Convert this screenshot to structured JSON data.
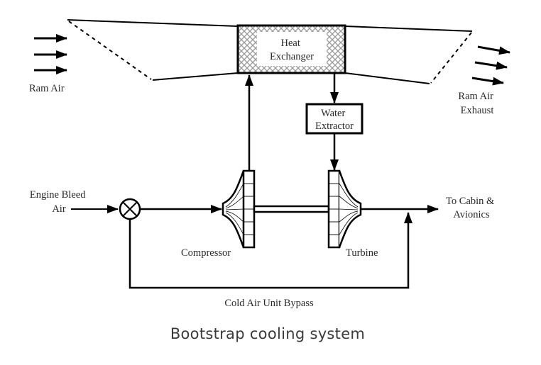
{
  "title": "Bootstrap cooling system",
  "components": {
    "heat_exchanger": [
      "Heat",
      "Exchanger"
    ],
    "water_extractor": [
      "Water",
      "Extractor"
    ],
    "compressor": "Compressor",
    "turbine": "Turbine"
  },
  "labels": {
    "ram_air": "Ram Air",
    "ram_air_exhaust": [
      "Ram Air",
      "Exhaust"
    ],
    "engine_bleed_air": [
      "Engine Bleed",
      "Air"
    ],
    "to_cabin": [
      "To Cabin &",
      "Avionics"
    ],
    "bypass": "Cold Air Unit Bypass"
  },
  "flows": [
    {
      "from": "Ram Air",
      "to": "Heat Exchanger"
    },
    {
      "from": "Heat Exchanger",
      "to": "Ram Air Exhaust"
    },
    {
      "from": "Engine Bleed Air",
      "to": "Mixing Valve"
    },
    {
      "from": "Mixing Valve",
      "to": "Compressor"
    },
    {
      "from": "Compressor",
      "to": "Heat Exchanger"
    },
    {
      "from": "Heat Exchanger",
      "to": "Water Extractor"
    },
    {
      "from": "Water Extractor",
      "to": "Turbine"
    },
    {
      "from": "Turbine",
      "to": "To Cabin & Avionics"
    },
    {
      "from": "Mixing Valve",
      "to": "To Cabin & Avionics",
      "via": "Cold Air Unit Bypass"
    }
  ],
  "colors": {
    "line": "#000000",
    "text": "#2a2a2a",
    "hatch": "#9a9a9a"
  }
}
